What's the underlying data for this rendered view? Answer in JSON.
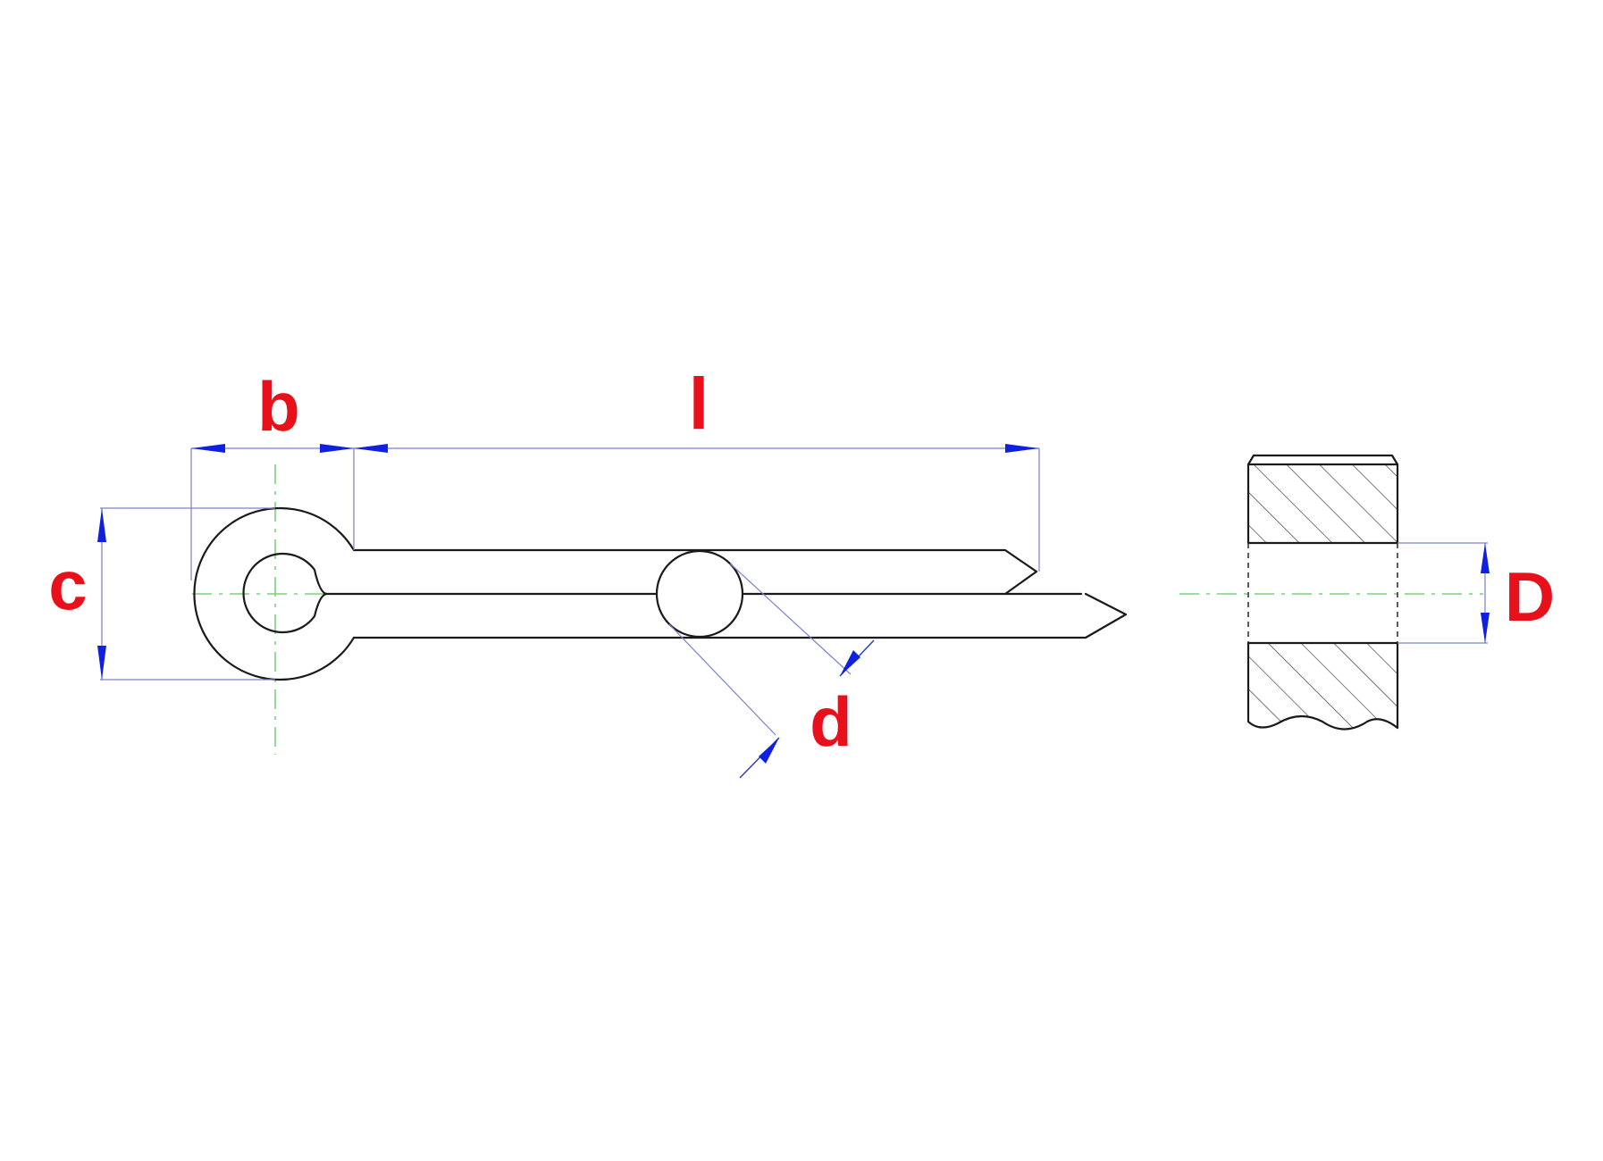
{
  "diagram": {
    "labels": {
      "b": "b",
      "l": "l",
      "c": "c",
      "d": "d",
      "D": "D"
    },
    "colors": {
      "label": "#e8101a",
      "dimension_arrow": "#1020e0",
      "dimension_line": "#7a80c8",
      "center_line": "#7fd07f",
      "outline": "#1a1a1a"
    }
  }
}
